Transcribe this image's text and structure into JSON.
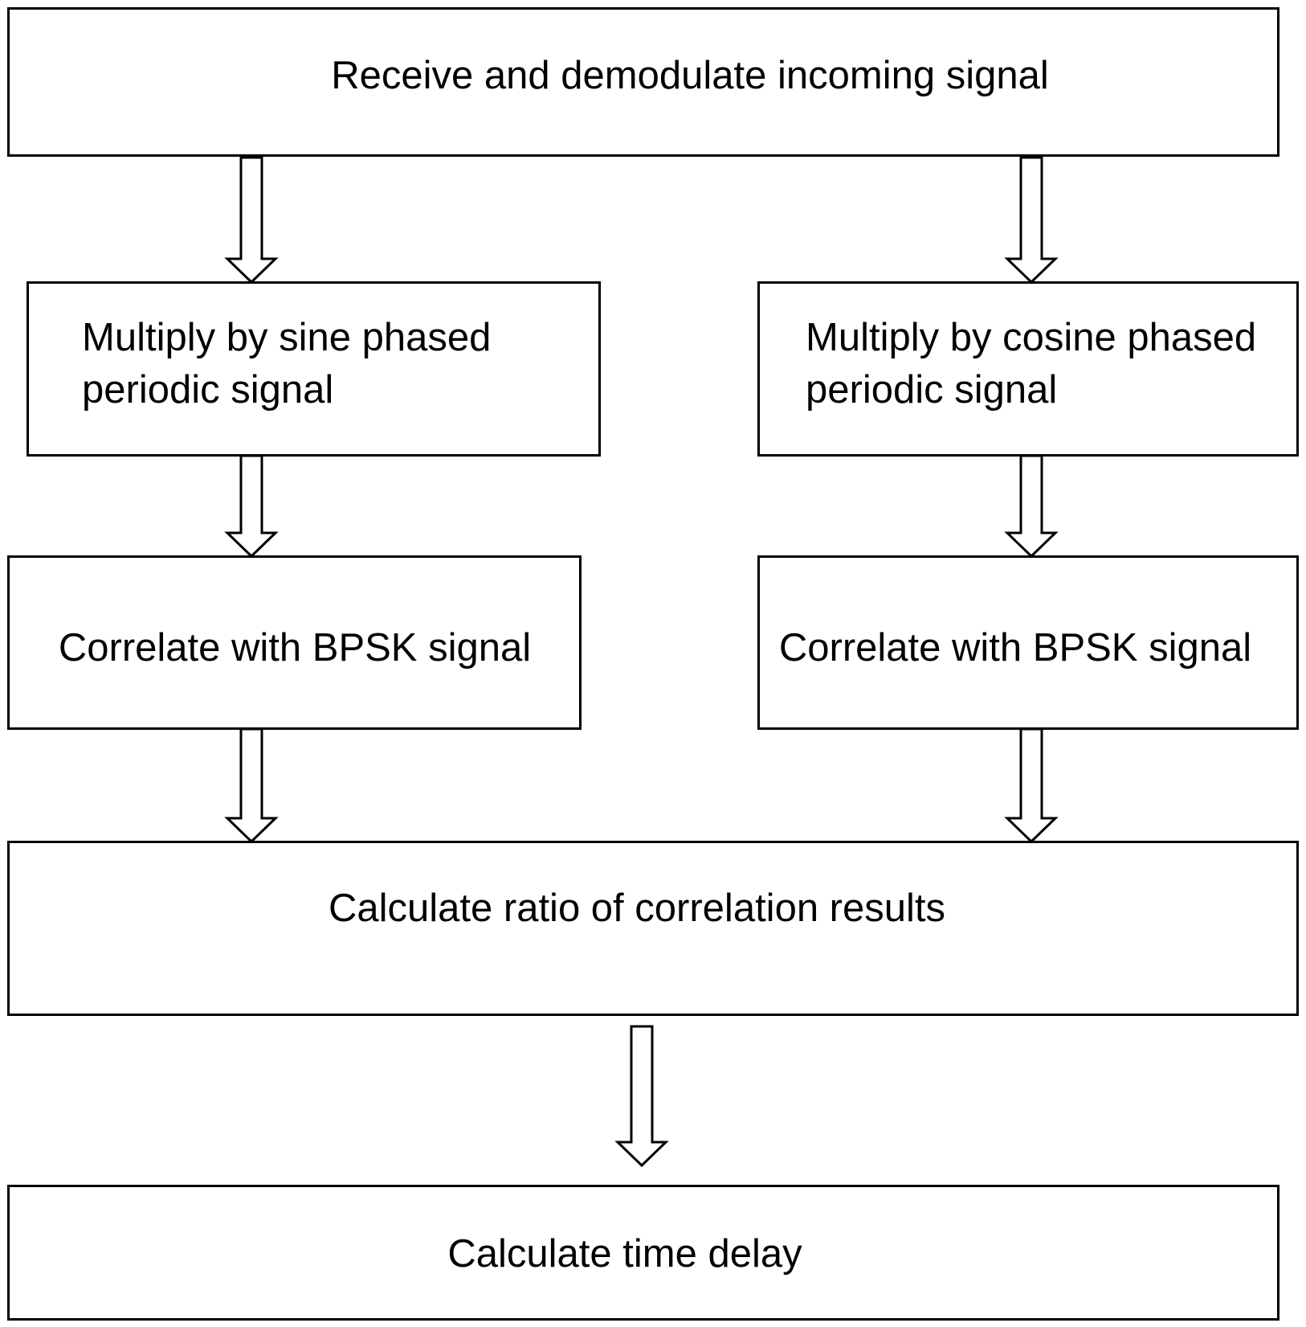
{
  "flowchart": {
    "receive": "Receive and demodulate incoming signal",
    "multiply_sine": "Multiply by sine phased periodic signal",
    "multiply_cosine": "Multiply by cosine phased periodic signal",
    "correlate_left": "Correlate with BPSK signal",
    "correlate_right": "Correlate with BPSK signal",
    "ratio": "Calculate ratio of correlation results",
    "time_delay": "Calculate time delay"
  },
  "colors": {
    "line": "#000000",
    "fill": "#ffffff"
  }
}
